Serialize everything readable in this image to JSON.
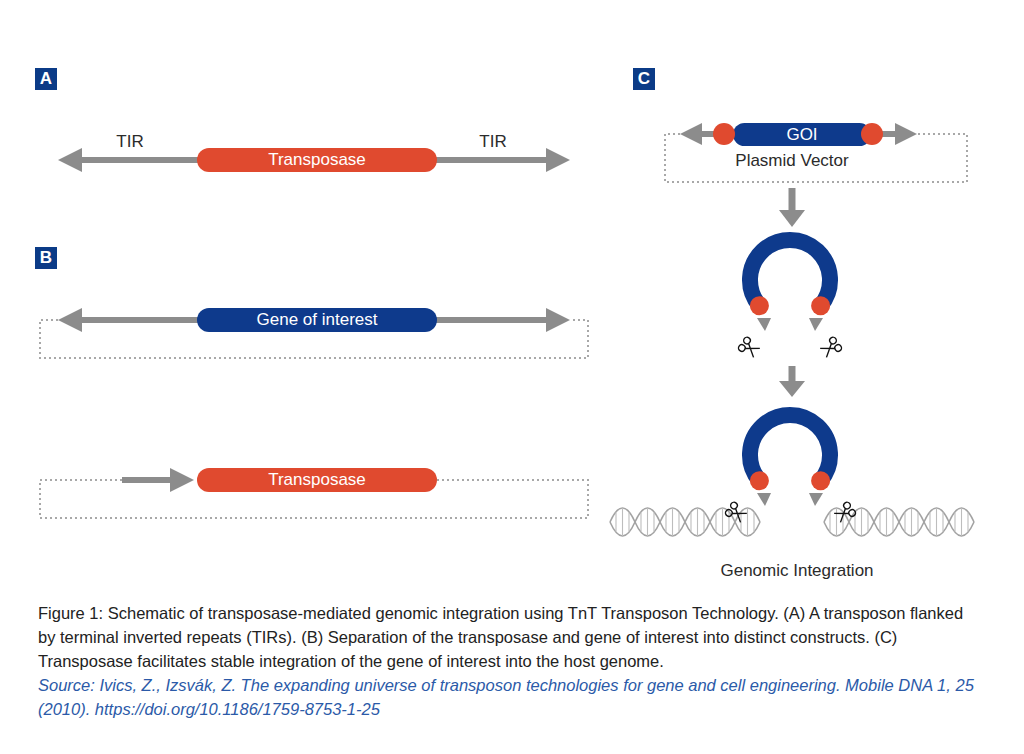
{
  "diagram": {
    "caption": "Figure 1: Schematic of transposase-mediated genomic integration using TnT Transposon Technology. (A) A transposon flanked by terminal inverted repeats (TIRs). (B) Separation of the transposase and gene of interest into distinct constructs. (C) Transposase facilitates stable integration of the gene of interest into the host genome.",
    "nodes": [
      {
        "text": [
          "A"
        ]
      },
      {
        "text": [
          "Transposase"
        ]
      },
      {
        "text": [
          "B"
        ]
      },
      {
        "text": [
          "Gene of interest"
        ]
      },
      {
        "text": [
          "Transposase"
        ]
      },
      {
        "text": [
          "C"
        ]
      },
      {
        "text": [
          "GOI"
        ]
      }
    ],
    "labels": [
      "TIR",
      "TIR",
      "Plasmid Vector",
      "Genomic Integration",
      "Source: Ivics, Z., Izsvák, Z. The expanding universe of transposon technologies for gene and cell engineering. Mobile DNA 1, 25 (2010). https://doi.org/10.1186/1759-8753-1-25"
    ]
  }
}
